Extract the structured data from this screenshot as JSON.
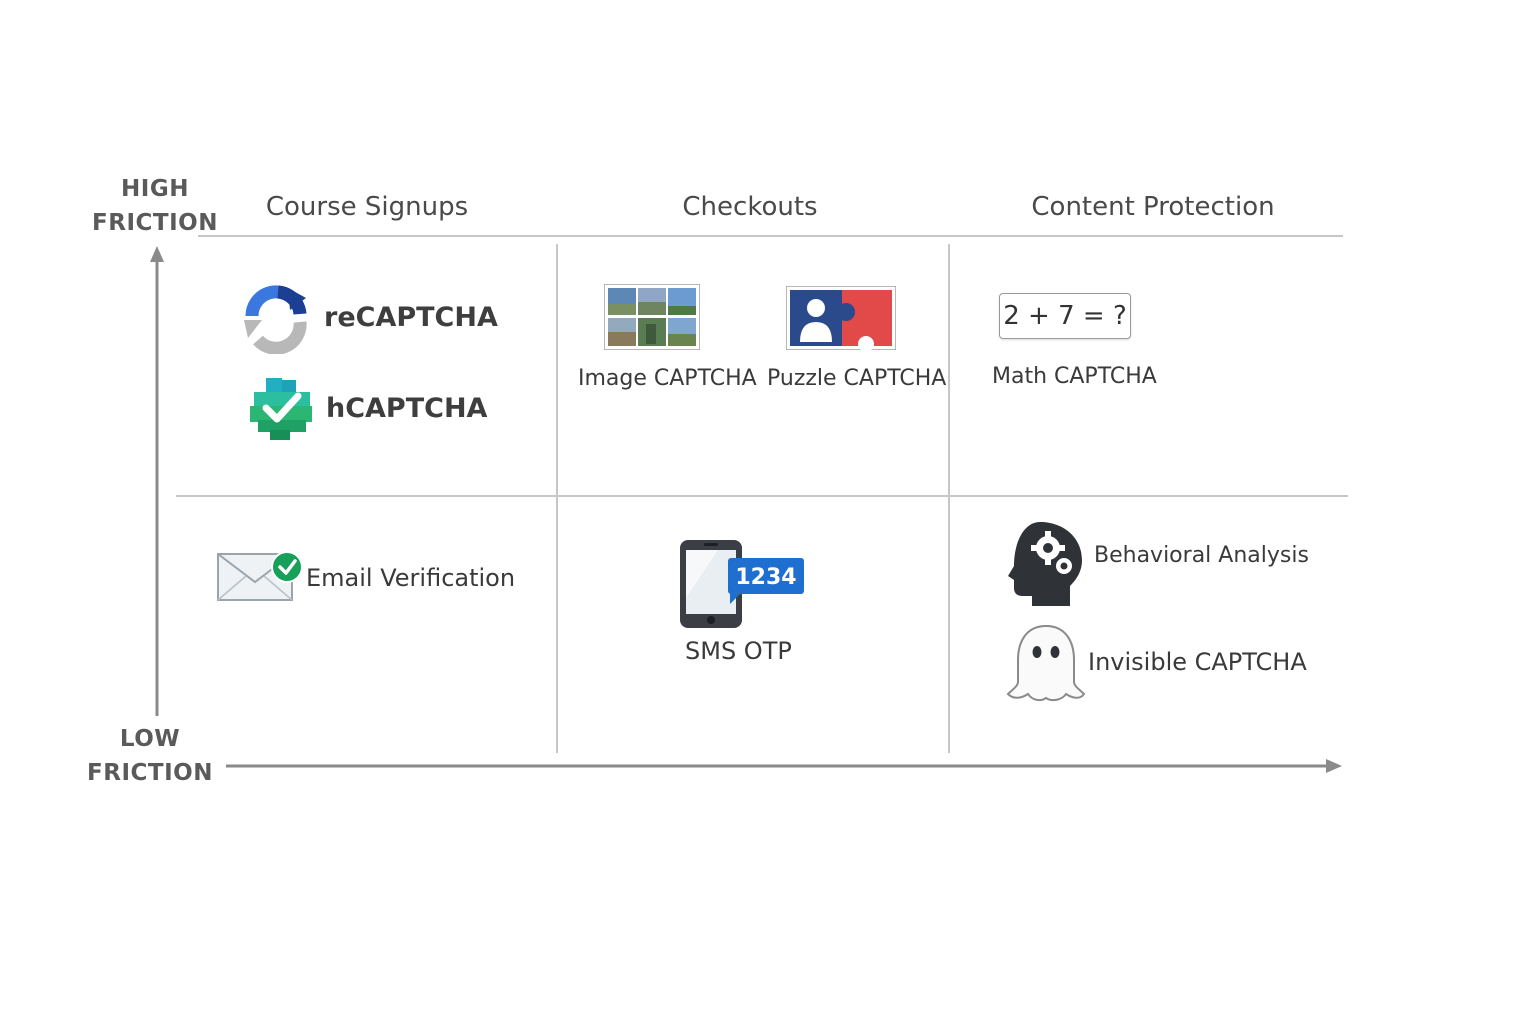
{
  "axis": {
    "top_line1": "HIGH",
    "top_line2": "FRICTION",
    "bottom_line1": "LOW",
    "bottom_line2": "FRICTION"
  },
  "columns": [
    {
      "label": "Course Signups"
    },
    {
      "label": "Checkouts"
    },
    {
      "label": "Content Protection"
    }
  ],
  "high_friction": {
    "course_signups": [
      {
        "label": "reCAPTCHA",
        "icon": "recaptcha-logo-icon"
      },
      {
        "label": "hCAPTCHA",
        "icon": "hcaptcha-logo-icon"
      }
    ],
    "checkouts": [
      {
        "label": "Image CAPTCHA",
        "icon": "image-grid-icon"
      },
      {
        "label": "Puzzle CAPTCHA",
        "icon": "puzzle-piece-icon"
      }
    ],
    "content_protection": [
      {
        "label": "Math CAPTCHA",
        "icon": "math-box-icon",
        "expression": "2 + 7 = ?"
      }
    ]
  },
  "low_friction": {
    "course_signups": [
      {
        "label": "Email Verification",
        "icon": "envelope-check-icon"
      }
    ],
    "checkouts": [
      {
        "label": "SMS OTP",
        "icon": "phone-otp-icon",
        "code": "1234"
      }
    ],
    "content_protection": [
      {
        "label": "Behavioral Analysis",
        "icon": "head-gears-icon"
      },
      {
        "label": "Invisible CAPTCHA",
        "icon": "ghost-icon"
      }
    ]
  },
  "colors": {
    "axis": "#8a8a8a",
    "grid": "#c8c8c8",
    "recaptcha_blue": "#3a78e0",
    "recaptcha_dark": "#1c3f94",
    "recaptcha_gray": "#b8b8b8",
    "hcaptcha_teal": "#1fa9b5",
    "hcaptcha_green": "#2bb673",
    "puzzle_blue": "#2a4a8c",
    "puzzle_red": "#e24a4a",
    "otp_blue": "#1f6fd1",
    "check_green": "#16a05a"
  }
}
